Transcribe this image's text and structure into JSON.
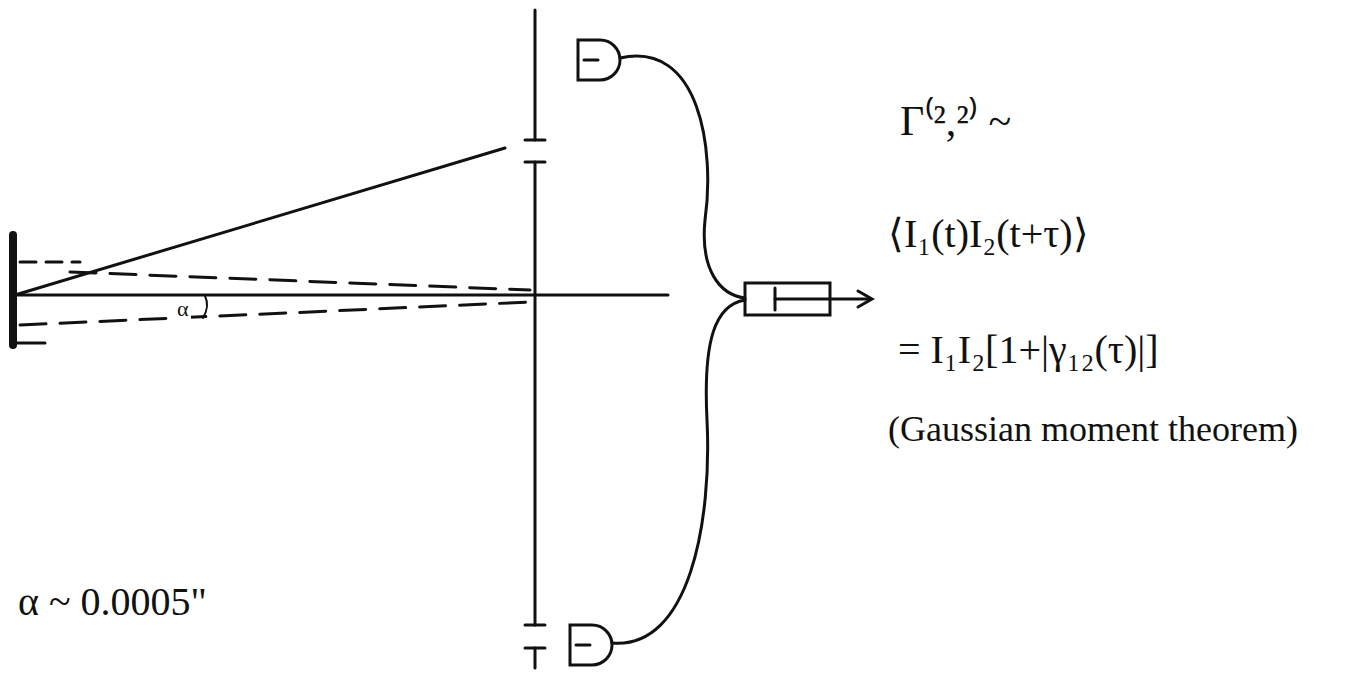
{
  "diagram": {
    "labels": [
      "α",
      "Γ⁽²,²⁾ ~",
      "⟨I₁(t)I₂(t+τ)⟩",
      "= I₁I₂[1+|γ₁₂(τ)|]",
      "(Gaussian moment theorem)",
      "α ~ 0.0005\""
    ]
  }
}
